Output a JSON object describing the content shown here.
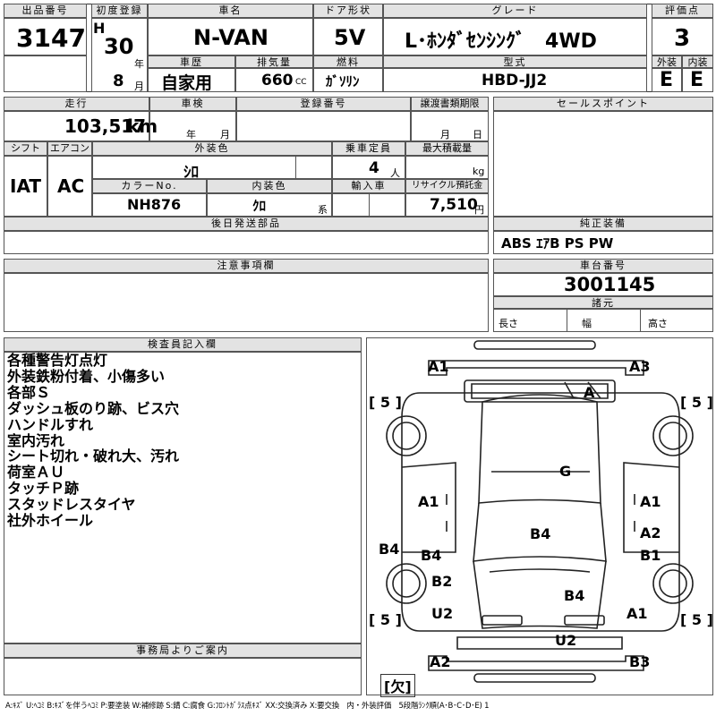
{
  "row1": {
    "lot_no_label": "出品番号",
    "lot_no": "3147",
    "first_reg_label": "初度登録",
    "era": "H",
    "year": "30",
    "year_unit": "年",
    "month": "8",
    "month_unit": "月",
    "car_name_label": "車名",
    "car_name": "N-VAN",
    "history_label": "車歴",
    "history": "自家用",
    "displacement_label": "排気量",
    "displacement": "660",
    "displacement_unit": "CC",
    "door_label": "ドア形状",
    "door": "5V",
    "fuel_label": "燃料",
    "fuel": "ｶﾞｿﾘﾝ",
    "grade_label": "グレード",
    "grade": "L･ﾎﾝﾀﾞｾﾝｼﾝｸﾞ　4WD",
    "model_label": "型式",
    "model": "HBD-JJ2",
    "score_label": "評価点",
    "score": "3",
    "exterior_label": "外装",
    "exterior": "E",
    "interior_label": "内装",
    "interior": "E"
  },
  "row2": {
    "mileage_label": "走行",
    "mileage": "103,517",
    "mileage_unit": "km",
    "inspection_label": "車検",
    "insp_year_unit": "年",
    "insp_month_unit": "月",
    "reg_no_label": "登録番号",
    "transfer_label": "譲渡書類期限",
    "transfer_month_unit": "月",
    "transfer_day_unit": "日",
    "shift_label": "シフト",
    "shift": "IAT",
    "ac_label": "エアコン",
    "ac": "AC",
    "ext_color_label": "外装色",
    "ext_color": "ｼﾛ",
    "capacity_label": "乗車定員",
    "capacity": "4",
    "capacity_unit": "人",
    "max_load_label": "最大積載量",
    "max_load_unit": "kg",
    "color_no_label": "カラーNo.",
    "color_no": "NH876",
    "int_color_label": "内装色",
    "int_color": "ｸﾛ",
    "int_color_unit": "系",
    "import_label": "輸入車",
    "recycle_label": "リサイクル預託金",
    "recycle": "7,510",
    "recycle_unit": "円",
    "later_parts_label": "後日発送部品"
  },
  "sales_point": {
    "label": "セールスポイント"
  },
  "equipment": {
    "label": "純正装備",
    "value": "ABS ｴｱB PS PW"
  },
  "notes": {
    "label": "注意事項欄"
  },
  "chassis": {
    "label": "車台番号",
    "value": "3001145",
    "dims_label": "諸元",
    "length_label": "長さ",
    "width_label": "幅",
    "height_label": "高さ"
  },
  "inspector": {
    "label": "検査員記入欄",
    "lines": [
      "各種警告灯点灯",
      "外装鉄粉付着、小傷多い",
      "各部Ｓ",
      "ダッシュ板のり跡、ビス穴",
      "ハンドルすれ",
      "室内汚れ",
      "シート切れ・破れ大、汚れ",
      "荷室ＡＵ",
      "タッチＰ跡",
      "スタッドレスタイヤ",
      "社外ホイール"
    ]
  },
  "office": {
    "label": "事務局よりご案内"
  },
  "diagram": {
    "marks": [
      "A1",
      "A3",
      "A",
      "G",
      "A1",
      "A1",
      "A2",
      "B4",
      "B4",
      "B4",
      "B1",
      "B2",
      "B4",
      "U2",
      "A1",
      "U2",
      "A2",
      "B3"
    ],
    "tire_tl": "[ 5 ]",
    "tire_tr": "[ 5 ]",
    "tire_bl": "[ 5 ]",
    "tire_br": "[ 5 ]",
    "spare": "[欠]"
  },
  "legend": "A:ｷｽﾞ U:ﾍｺﾐ B:ｷｽﾞを伴うﾍｺﾐ P:要塗装 W:補修跡 S:錆 C:腐食 G:ﾌﾛﾝﾄｶﾞﾗｽ点ｷｽﾞ XX:交換済み X:要交換　内・外装評価　5段階ﾗﾝｸ順(A･B･C･D･E) 1"
}
